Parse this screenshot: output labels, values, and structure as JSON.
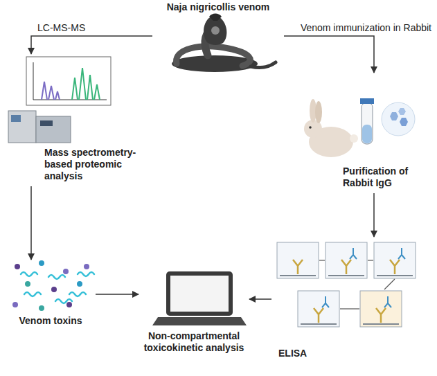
{
  "diagram": {
    "nodes": [
      {
        "text": [
          "Naja nigricollis venom"
        ]
      },
      {
        "text": [
          "Mass spectrometry-based proteomic analysis"
        ]
      },
      {
        "text": [
          "Purification of Rabbit IgG"
        ]
      },
      {
        "text": [
          "Venom toxins"
        ]
      },
      {
        "text": [
          "ELISA"
        ]
      },
      {
        "text": [
          "Non-compartmental toxicokinetic analysis"
        ]
      }
    ],
    "edges": [
      {
        "from": 0,
        "to": 1,
        "label": "LC-MS-MS",
        "arrow": "to"
      },
      {
        "from": 0,
        "to": 2,
        "label": "Venom immunization in Rabbit",
        "arrow": "to"
      },
      {
        "from": 1,
        "to": 3,
        "arrow": "to"
      },
      {
        "from": 2,
        "to": 4,
        "arrow": "to"
      },
      {
        "from": 3,
        "to": 5,
        "arrow": "to"
      },
      {
        "from": 4,
        "to": 5,
        "arrow": "to"
      }
    ]
  }
}
